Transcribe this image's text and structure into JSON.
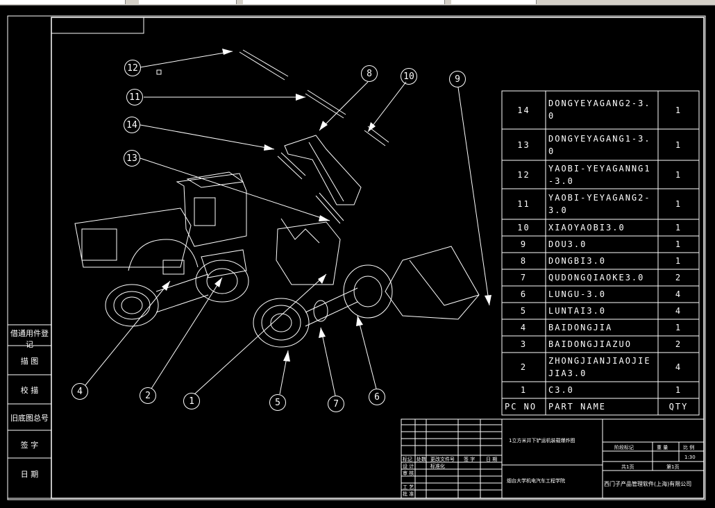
{
  "balloons": [
    {
      "num": "12"
    },
    {
      "num": "11"
    },
    {
      "num": "14"
    },
    {
      "num": "13"
    },
    {
      "num": "8"
    },
    {
      "num": "10"
    },
    {
      "num": "9"
    },
    {
      "num": "4"
    },
    {
      "num": "2"
    },
    {
      "num": "1"
    },
    {
      "num": "5"
    },
    {
      "num": "7"
    },
    {
      "num": "6"
    }
  ],
  "parts_table": {
    "rows": [
      {
        "no": "14",
        "name": "DONGYEYAGANG2-3.0",
        "qty": "1"
      },
      {
        "no": "13",
        "name": "DONGYEYAGANG1-3.0",
        "qty": "1"
      },
      {
        "no": "12",
        "name": "YAOBI-YEYAGANNG1-3.0",
        "qty": "1"
      },
      {
        "no": "11",
        "name": "YAOBI-YEYAGANG2-3.0",
        "qty": "1"
      },
      {
        "no": "10",
        "name": "XIAOYAOBI3.0",
        "qty": "1"
      },
      {
        "no": "9",
        "name": "DOU3.0",
        "qty": "1"
      },
      {
        "no": "8",
        "name": "DONGBI3.0",
        "qty": "1"
      },
      {
        "no": "7",
        "name": "QUDONGQIAOKE3.0",
        "qty": "2"
      },
      {
        "no": "6",
        "name": "LUNGU-3.0",
        "qty": "4"
      },
      {
        "no": "5",
        "name": "LUNTAI3.0",
        "qty": "4"
      },
      {
        "no": "4",
        "name": "BAIDONGJIA",
        "qty": "1"
      },
      {
        "no": "3",
        "name": "BAIDONGJIAZUO",
        "qty": "2"
      },
      {
        "no": "2",
        "name": "ZHONGJIANJIAOJIEJIA3.0",
        "qty": "4"
      },
      {
        "no": "1",
        "name": "C3.0",
        "qty": "1"
      }
    ],
    "header": {
      "no": "PC NO",
      "name": "PART NAME",
      "qty": "QTY"
    }
  },
  "side_labels": [
    "借通用件登记",
    "描 图",
    "校 描",
    "旧底图总号",
    "签 字",
    "日 期"
  ],
  "title_block": {
    "drawing_title": "1立方米井下铲运机装载爆炸图",
    "school": "烟台大学机电汽车工程学院",
    "company": "西门子产品管理软件(上海)有限公司",
    "stage_mark": "阶段标记",
    "weight": "重 量",
    "scale_label": "比 例",
    "scale": "1:30",
    "sheets_total": "共1页",
    "sheet_no": "第1页",
    "rev_headers": [
      "标记",
      "处数",
      "更改文件号",
      "签 字",
      "日 期"
    ],
    "roles": [
      "设 计",
      "审 核",
      "工 艺",
      "批 准"
    ],
    "std": "标准化"
  },
  "colors": {
    "background": "#000000",
    "line": "#ffffff",
    "chrome": "#d4d0c8"
  }
}
